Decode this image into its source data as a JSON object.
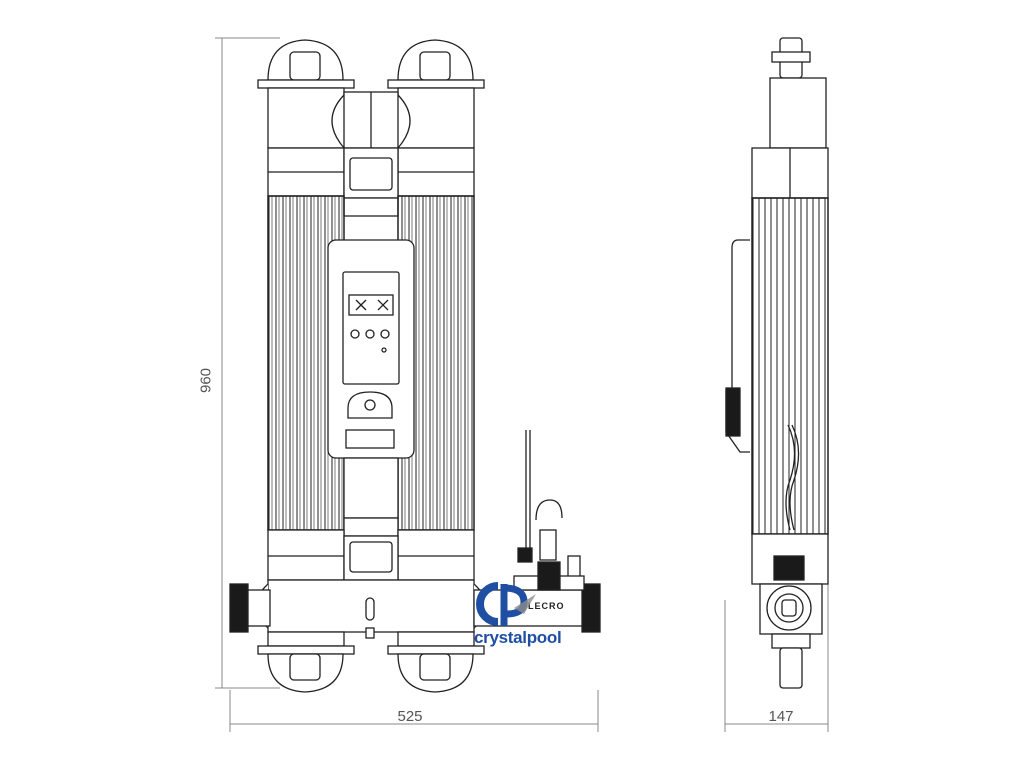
{
  "dimensions": {
    "height": "960",
    "width": "525",
    "depth": "147"
  },
  "watermark": {
    "brand": "crystalpool"
  },
  "housing_label": "LECRO",
  "colors": {
    "line": "#222222",
    "dim_line": "#888888",
    "brand_blue": "#1f4fa3",
    "brand_grey": "#8c8c8c"
  }
}
